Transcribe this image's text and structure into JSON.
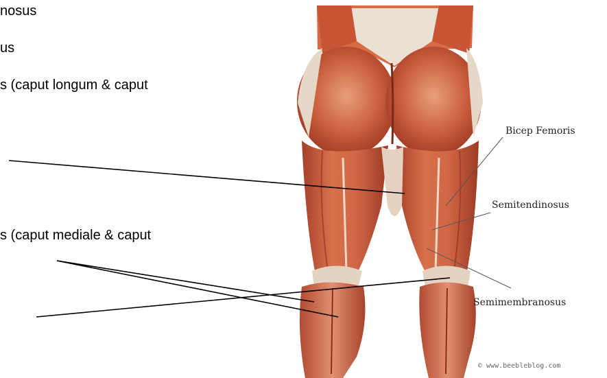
{
  "slide": {
    "line1": "nosus",
    "line2": "us",
    "line3": "s (caput longum & caput",
    "line4": "s (caput mediale & caput"
  },
  "figure": {
    "labels": {
      "bicep_femoris": "Bicep Femoris",
      "semitendinosus": "Semitendinosus",
      "semimembranosus": "Semimembranosus"
    },
    "watermark": "© www.beebleblog.com",
    "colors": {
      "muscle": "#c9583a",
      "muscle_light": "#e79a72",
      "muscle_dark": "#8e2e1d",
      "tendon": "#e8ddd2",
      "skin_edge": "#d8c6b5"
    }
  }
}
